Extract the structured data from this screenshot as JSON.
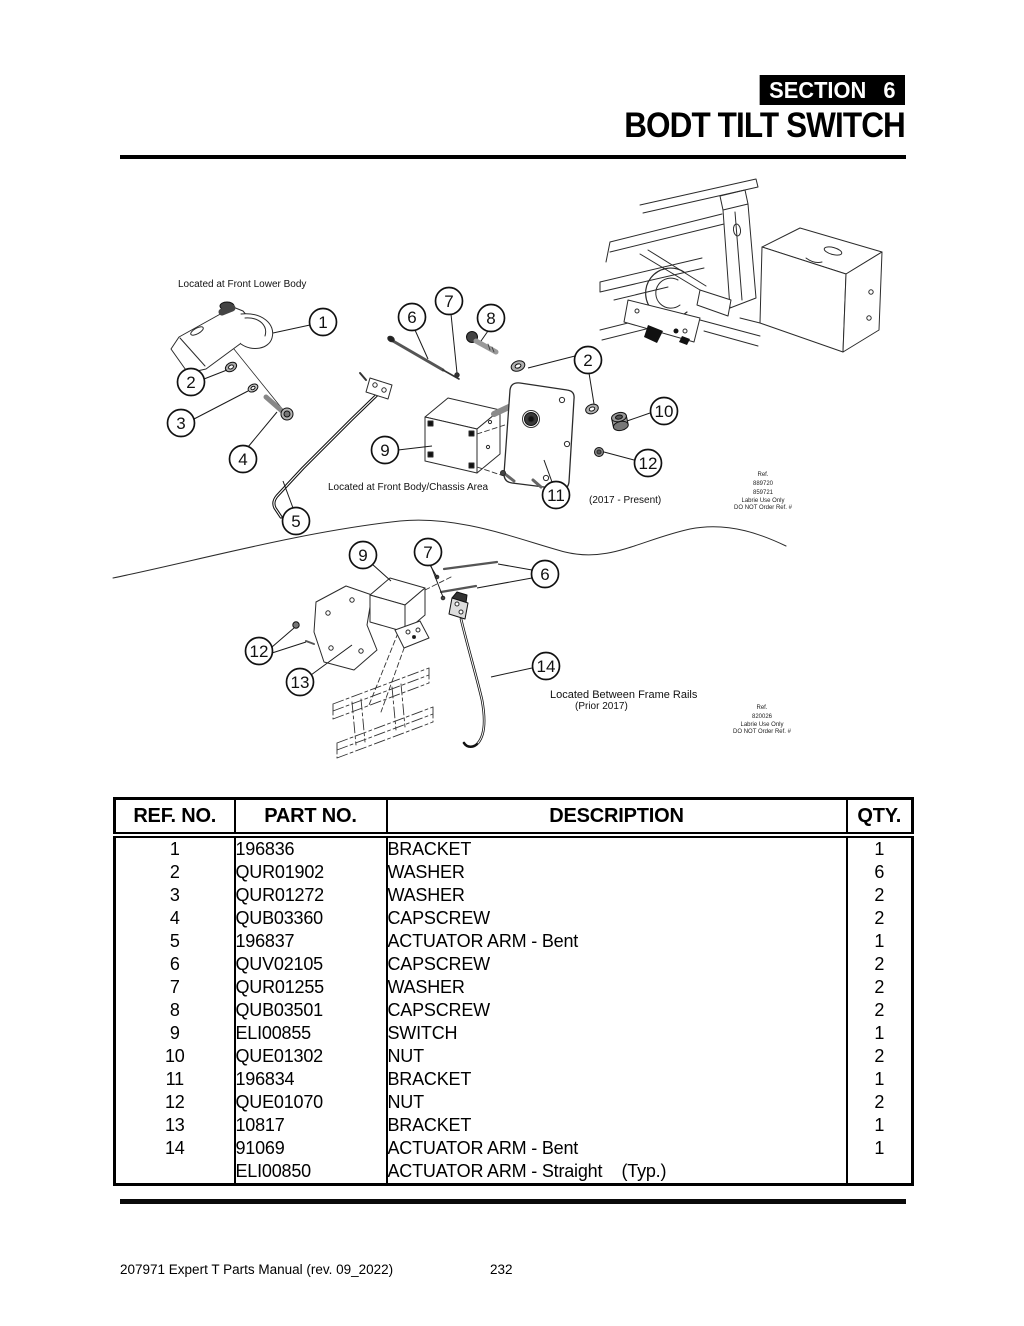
{
  "header": {
    "section_label": "SECTION",
    "section_number": "6",
    "title": "BODT TILT SWITCH"
  },
  "diagram": {
    "labels": {
      "front_lower_body": "Located at Front Lower Body",
      "front_body_chassis": "Located at Front Body/Chassis Area",
      "present": "(2017 - Present)",
      "between_frame_rails": "Located Between Frame Rails",
      "prior": "(Prior 2017)"
    },
    "ref_notes": {
      "a": [
        "Ref.",
        "889720",
        "859721",
        "Labrie Use Only",
        "DO NOT Order Ref. #"
      ],
      "b": [
        "Ref.",
        "820026",
        "Labrie Use Only",
        "DO NOT Order Ref. #"
      ]
    },
    "callouts": {
      "u1": "1",
      "u2": "2",
      "u3": "3",
      "u4": "4",
      "u5": "5",
      "m6": "6",
      "m7": "7",
      "m8": "8",
      "m2": "2",
      "m10": "10",
      "m9": "9",
      "m12": "12",
      "m11": "11",
      "l9": "9",
      "l7": "7",
      "l6": "6",
      "l12": "12",
      "l13": "13",
      "l14": "14"
    }
  },
  "table": {
    "headers": [
      "REF. NO.",
      "PART NO.",
      "DESCRIPTION",
      "QTY."
    ],
    "rows": [
      [
        "1",
        "196836",
        "BRACKET",
        "1"
      ],
      [
        "2",
        "QUR01902",
        "WASHER",
        "6"
      ],
      [
        "3",
        "QUR01272",
        "WASHER",
        "2"
      ],
      [
        "4",
        "QUB03360",
        "CAPSCREW",
        "2"
      ],
      [
        "5",
        "196837",
        "ACTUATOR ARM - Bent",
        "1"
      ],
      [
        "6",
        "QUV02105",
        "CAPSCREW",
        "2"
      ],
      [
        "7",
        "QUR01255",
        "WASHER",
        "2"
      ],
      [
        "8",
        "QUB03501",
        "CAPSCREW",
        "2"
      ],
      [
        "9",
        "ELI00855",
        "SWITCH",
        "1"
      ],
      [
        "10",
        "QUE01302",
        "NUT",
        "2"
      ],
      [
        "11",
        "196834",
        "BRACKET",
        "1"
      ],
      [
        "12",
        "QUE01070",
        "NUT",
        "2"
      ],
      [
        "13",
        "10817",
        "BRACKET",
        "1"
      ],
      [
        "14",
        "91069",
        "ACTUATOR ARM - Bent",
        "1"
      ],
      [
        "",
        "ELI00850",
        "ACTUATOR ARM - Straight    (Typ.)",
        ""
      ]
    ]
  },
  "footer": {
    "manual": "207971 Expert T Parts Manual (rev. 09_2022)",
    "page": "232"
  }
}
